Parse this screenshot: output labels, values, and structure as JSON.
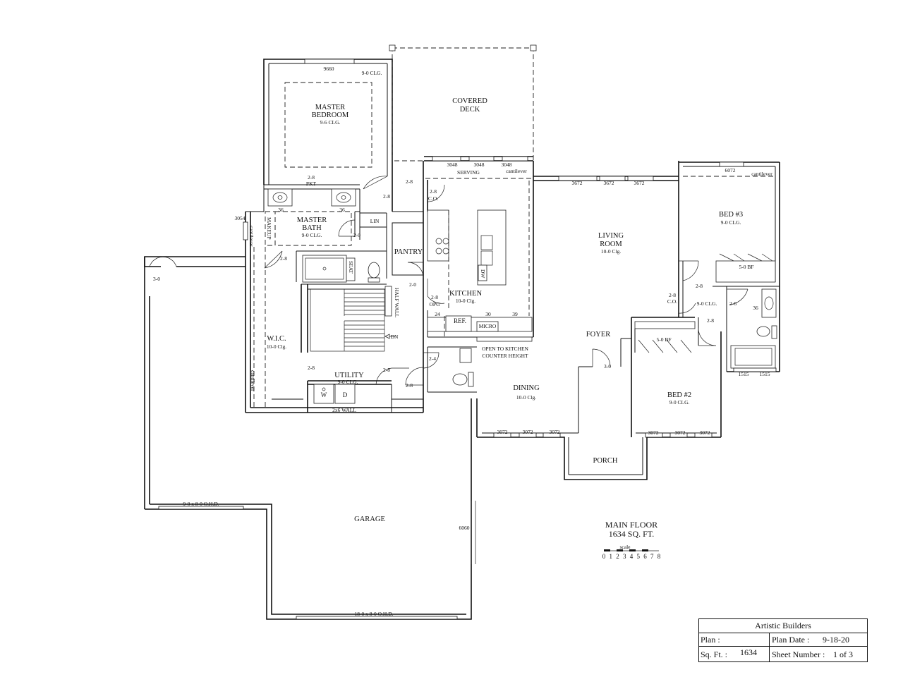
{
  "rooms": {
    "master_bedroom": {
      "name": "MASTER BEDROOM",
      "line1": "MASTER",
      "line2": "BEDROOM",
      "ceiling": "9-6 CLG.",
      "ceiling_note": "9-0 CLG.",
      "window": "9660"
    },
    "covered_deck": {
      "line1": "COVERED",
      "line2": "DECK"
    },
    "serving": "SERVING",
    "cantilever": "cantilever",
    "master_bath": {
      "line1": "MASTER",
      "line2": "BATH",
      "ceiling": "9-0 CLG."
    },
    "makeup": "MAKEUP",
    "lin": "LIN",
    "pantry": "PANTRY",
    "seat": "SEAT",
    "half_wall": "HALF WALL",
    "kitchen": {
      "name": "KITCHEN",
      "ceiling": "10-0 Clg."
    },
    "living_room": {
      "line1": "LIVING",
      "line2": "ROOM",
      "ceiling": "10-0 Clg."
    },
    "bed3": {
      "name": "BED #3",
      "ceiling": "9-0 CLG.",
      "window": "6072",
      "closet": "5-0 BF"
    },
    "bed2": {
      "name": "BED #2",
      "ceiling": "9-0 CLG.",
      "closet": "5-0 BF"
    },
    "hall_clg": "9-0 CLG.",
    "wic": {
      "name": "W.I.C.",
      "ceiling": "10-0 Clg."
    },
    "utility": {
      "name": "UTILITY",
      "ceiling": "9-0 CLG."
    },
    "wall_2x6": "2x6 WALL",
    "dining": {
      "name": "DINING",
      "ceiling": "10-0 Clg."
    },
    "foyer": "FOYER",
    "porch": "PORCH",
    "garage": "GARAGE",
    "ref": "REF.",
    "micro": "MICRO",
    "dw": "DW",
    "dn": "DN",
    "open_note_1": "OPEN TO KITCHEN",
    "open_note_2": "COUNTER HEIGHT",
    "washer": "W",
    "dryer": "D"
  },
  "dims": {
    "d_2_8": "2-8",
    "d_2_8_pkt": "PKT",
    "d_2_8_co": "C.O.",
    "d_2_8_opg": "OPG",
    "d_2_0": "2-0",
    "d_2_4": "2-4",
    "d_2_6": "2-6",
    "d_3_0": "3-0",
    "d_36": "36",
    "d_24": "24",
    "d_30": "30",
    "d_39": "39",
    "w_3054": "3054",
    "w_3048": "3048",
    "w_3672": "3672",
    "w_3072": "3072",
    "w_1515": "1515",
    "w_6060": "6060",
    "ohd_small": "9-0 x 8-0  O.H.D.",
    "ohd_large": "18-0 x 8-0  O.H.D."
  },
  "main_floor": {
    "line1": "MAIN FLOOR",
    "line2": "1634 SQ. FT."
  },
  "scale": {
    "label": "scale",
    "ticks": [
      "0",
      "1",
      "2",
      "3",
      "4",
      "5",
      "6",
      "7",
      "8"
    ]
  },
  "title_block": {
    "company": "Artistic Builders",
    "plan_label": "Plan :",
    "plan_date_label": "Plan Date :",
    "plan_date": "9-18-20",
    "sqft_label": "Sq. Ft. :",
    "sqft": "1634",
    "sheet_label": "Sheet Number :",
    "sheet": "1 of 3"
  }
}
